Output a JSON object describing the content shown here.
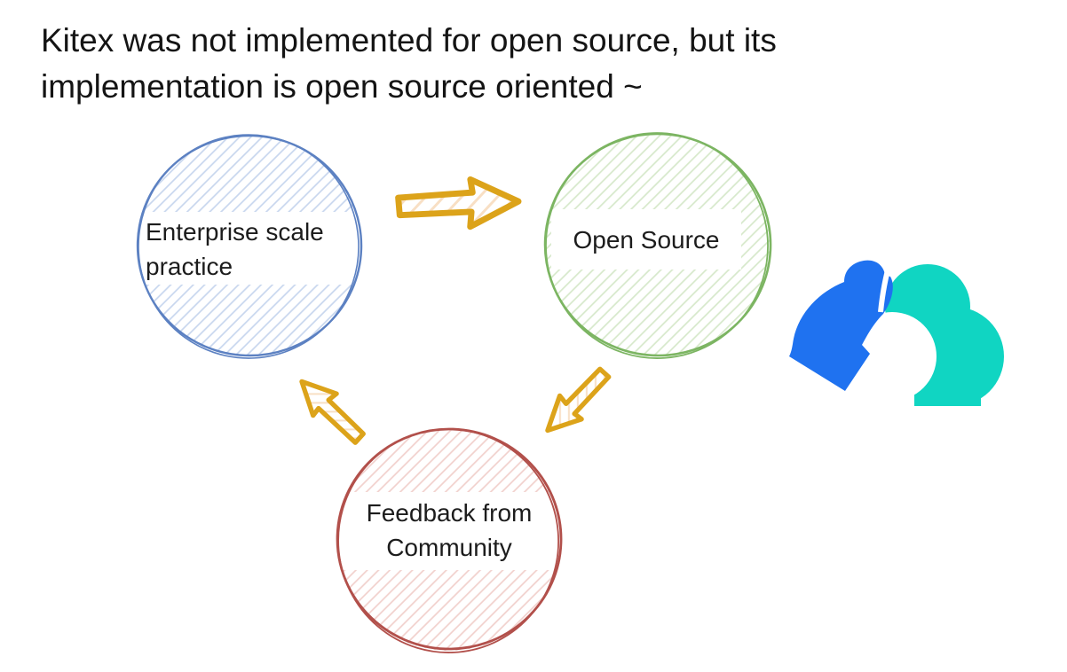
{
  "slide_title": {
    "line1": "Kitex was not implemented for open source, but its",
    "line2": "implementation is open source oriented ~"
  },
  "diagram": {
    "nodes": [
      {
        "id": "enterprise-scale-practice",
        "label_line1": "Enterprise scale",
        "label_line2": "practice",
        "stroke_color": "#5c81c2",
        "hatch_color": "#c7d6ee"
      },
      {
        "id": "open-source",
        "label_line1": "Open Source",
        "label_line2": "",
        "stroke_color": "#7cb562",
        "hatch_color": "#d6e8ca"
      },
      {
        "id": "feedback-from-community",
        "label_line1": "Feedback from",
        "label_line2": "Community",
        "stroke_color": "#b2504b",
        "hatch_color": "#f1d0cc"
      }
    ],
    "cycle_arrows": {
      "color": "#dca31a",
      "hatch_color": "#f8dfc4",
      "connections": [
        {
          "from": "enterprise-scale-practice",
          "to": "open-source",
          "direction": "right"
        },
        {
          "from": "open-source",
          "to": "feedback-from-community",
          "direction": "down-left"
        },
        {
          "from": "feedback-from-community",
          "to": "enterprise-scale-practice",
          "direction": "up-left"
        }
      ]
    }
  },
  "logo": {
    "name": "cloud-with-swirl-arrow-logo",
    "blue_color": "#1f72f0",
    "teal_color": "#10d5c2"
  }
}
